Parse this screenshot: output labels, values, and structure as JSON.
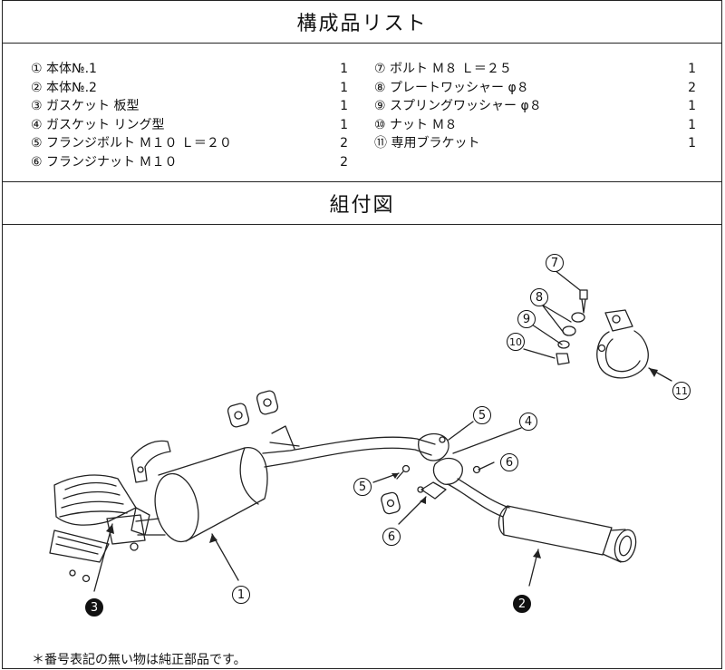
{
  "list_title": "構成品リスト",
  "diagram_title": "組付図",
  "parts_left": [
    {
      "num": "①",
      "name": "本体№.1",
      "qty": "1"
    },
    {
      "num": "②",
      "name": "本体№.2",
      "qty": "1"
    },
    {
      "num": "③",
      "name": "ガスケット 板型",
      "qty": "1"
    },
    {
      "num": "④",
      "name": "ガスケット リング型",
      "qty": "1"
    },
    {
      "num": "⑤",
      "name": "フランジボルト Ｍ１０ Ｌ＝２０",
      "qty": "2"
    },
    {
      "num": "⑥",
      "name": "フランジナット Ｍ１０",
      "qty": "2"
    }
  ],
  "parts_right": [
    {
      "num": "⑦",
      "name": "ボルト Ｍ８ Ｌ＝２５",
      "qty": "1"
    },
    {
      "num": "⑧",
      "name": "プレートワッシャー φ８",
      "qty": "2"
    },
    {
      "num": "⑨",
      "name": "スプリングワッシャー φ８",
      "qty": "1"
    },
    {
      "num": "⑩",
      "name": "ナット Ｍ８",
      "qty": "1"
    },
    {
      "num": "⑪",
      "name": "専用ブラケット",
      "qty": "1"
    }
  ],
  "callouts": {
    "c1": "1",
    "c2": "2",
    "c3": "3",
    "c4": "4",
    "c5a": "5",
    "c5b": "5",
    "c6a": "6",
    "c6b": "6",
    "c7": "7",
    "c8": "8",
    "c9": "9",
    "c10": "10",
    "c11": "11"
  },
  "footnote": "＊番号表記の無い物は純正部品です。"
}
